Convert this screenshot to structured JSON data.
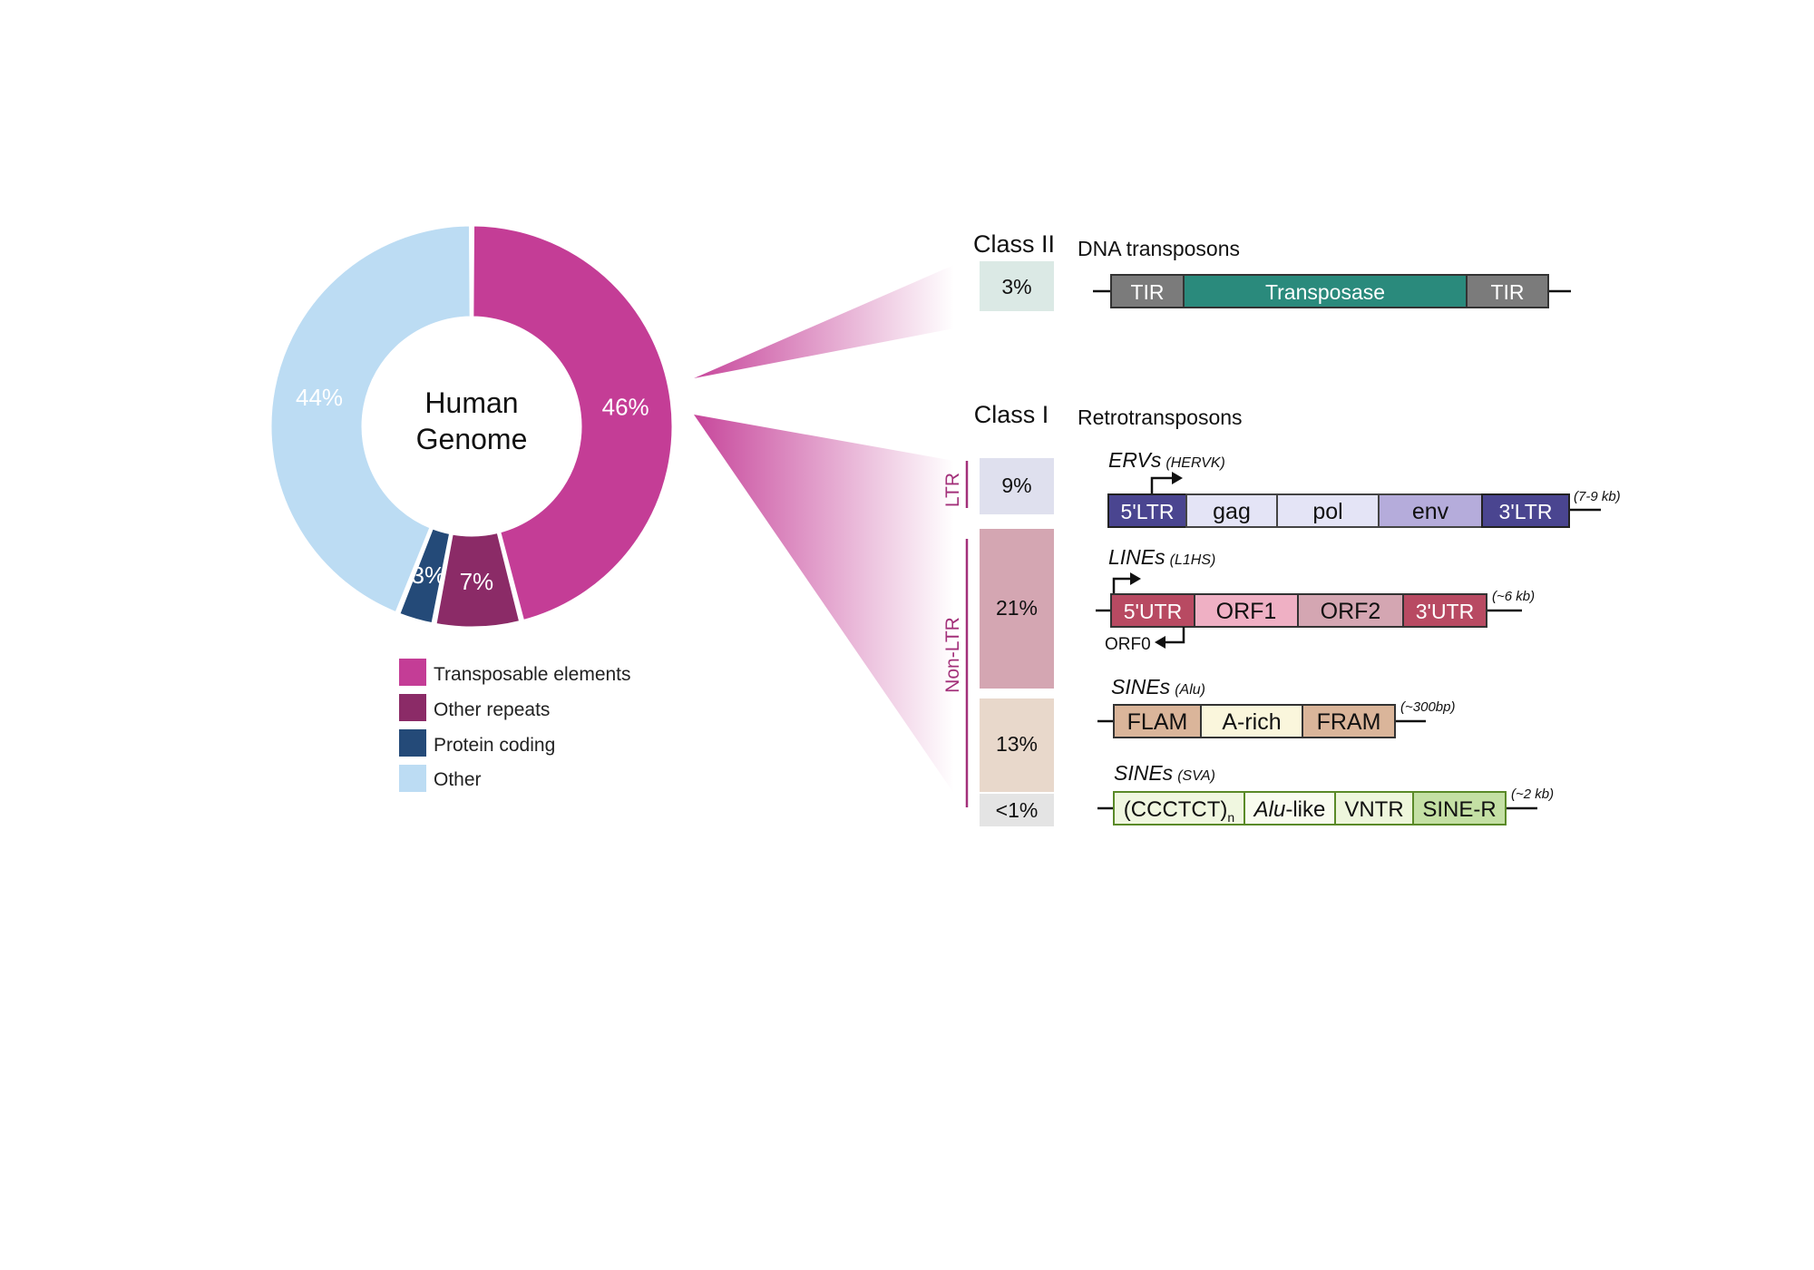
{
  "colors": {
    "te": "#c43d96",
    "other_repeats": "#8b2b67",
    "protein_coding": "#244a78",
    "other": "#bcdcf3",
    "tir": "#7b7b7b",
    "transposase": "#2a8a7c",
    "dna_box": "#dbe9e5",
    "ltr_box": "#dfe0ee",
    "line_box": "#d4a6b2",
    "sine_box": "#e8d8cb",
    "sva_box": "#e4e4e4"
  },
  "chart_data": {
    "type": "pie",
    "center_label": [
      "Human",
      "Genome"
    ],
    "slices": [
      {
        "name": "Transposable elements",
        "value": 46,
        "label": "46%",
        "color_key": "te"
      },
      {
        "name": "Other repeats",
        "value": 7,
        "label": "7%",
        "color_key": "other_repeats"
      },
      {
        "name": "Protein coding",
        "value": 3,
        "label": "3%",
        "color_key": "protein_coding"
      },
      {
        "name": "Other",
        "value": 44,
        "label": "44%",
        "color_key": "other"
      }
    ],
    "legend": [
      "Transposable elements",
      "Other repeats",
      "Protein coding",
      "Other"
    ]
  },
  "class2": {
    "title": "Class II",
    "subtitle": "DNA transposons",
    "percent": "3%",
    "elements": [
      "TIR",
      "Transposase",
      "TIR"
    ]
  },
  "class1": {
    "title": "Class I",
    "subtitle": "Retrotransposons",
    "bracket_ltr": "LTR",
    "bracket_nonltr": "Non-LTR",
    "percents": {
      "ltr": "9%",
      "line": "21%",
      "sine": "13%",
      "sva": "<1%"
    },
    "erv": {
      "name": "ERVs",
      "subname": "(HERVK)",
      "size": "(7-9 kb)",
      "segments": [
        "5'LTR",
        "gag",
        "pol",
        "env",
        "3'LTR"
      ]
    },
    "line": {
      "name": "LINEs",
      "subname": "(L1HS)",
      "size": "(~6 kb)",
      "segments": [
        "5'UTR",
        "ORF1",
        "ORF2",
        "3'UTR"
      ],
      "orf0": "ORF0"
    },
    "sine": {
      "name": "SINEs",
      "subname": "(Alu)",
      "size": "(~300bp)",
      "segments": [
        "FLAM",
        "A-rich",
        "FRAM"
      ]
    },
    "sva": {
      "name": "SINEs",
      "subname": "(SVA)",
      "size": "(~2 kb)",
      "segments": [
        "(CCCTCT)",
        "n",
        "Alu",
        "-like",
        "VNTR",
        "SINE-R"
      ]
    }
  }
}
